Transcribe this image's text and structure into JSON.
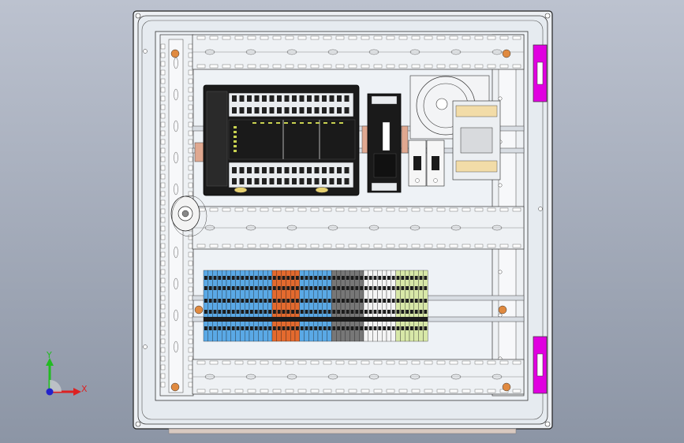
{
  "viewport": {
    "background_top": "#bcc2cf",
    "background_bottom": "#8c95a5"
  },
  "colors": {
    "enclosure_line": "#222222",
    "panel_fill": "#e9eef3",
    "hinge": "#e000e0",
    "terminal_blue": "#5aa9e6",
    "terminal_orange": "#e46a2e",
    "terminal_gray": "#777777",
    "terminal_white": "#f4f4f4",
    "terminal_yellow_green": "#d8e8a8",
    "lamp_orange": "#e08a40",
    "plc_body": "#e9ecef",
    "plc_dark": "#1b1b1b"
  },
  "triad": {
    "y_label": "Y",
    "x_label": "X",
    "y_color": "#22bb22",
    "x_color": "#dd2222",
    "origin_color": "#2222cc"
  },
  "terminal_groups": [
    {
      "name": "blue",
      "count": 15
    },
    {
      "name": "orange",
      "count": 6
    },
    {
      "name": "blue2",
      "count": 7
    },
    {
      "name": "gray",
      "count": 7
    },
    {
      "name": "white",
      "count": 7
    },
    {
      "name": "ground",
      "count": 7
    }
  ]
}
